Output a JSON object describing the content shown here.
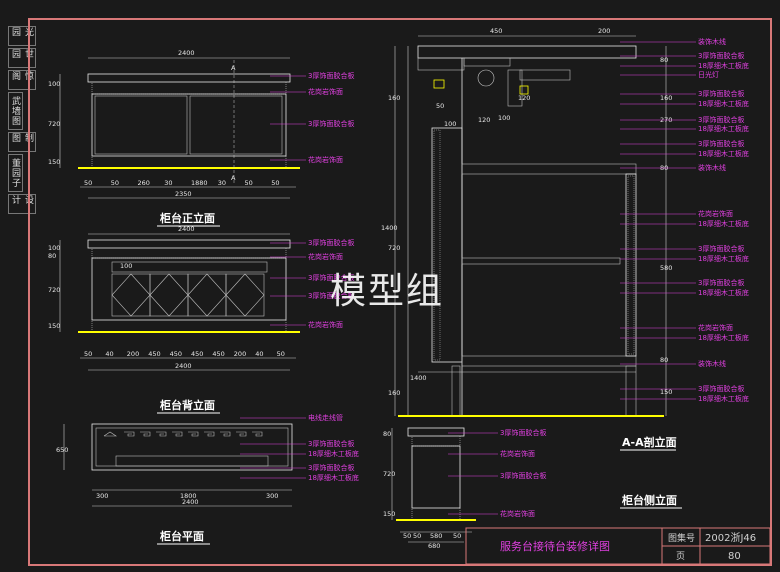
{
  "sidebar": [
    "光园",
    "世园",
    "惊阁",
    "武墙图",
    "制图",
    "董园子",
    "设计"
  ],
  "watermark": "模型组",
  "titles": {
    "front": "柜台正立面",
    "back": "柜台背立面",
    "plan": "柜台平面",
    "section": "A-A剖立面",
    "side": "柜台侧立面"
  },
  "title_block": {
    "drawing_name": "服务台接待台装修详图",
    "atlas_label": "图集号",
    "atlas_value": "2002浙J46",
    "page_label": "页",
    "page_value": "80"
  },
  "labels": {
    "front": [
      "3厚饰面胶合板",
      "花岗岩饰面",
      "3厚饰面胶合板",
      "花岗岩饰面"
    ],
    "back": [
      "3厚饰面胶合板",
      "花岗岩饰面",
      "3厚饰面胶合板",
      "3厚饰面胶合板",
      "花岗岩饰面"
    ],
    "plan": [
      "电线走线管",
      "3厚饰面胶合板",
      "18厚细木工板底",
      "3厚饰面胶合板",
      "18厚细木工板底"
    ],
    "section": [
      "装饰木线",
      "3厚饰面胶合板",
      "18厚细木工板底",
      "日光灯",
      "3厚饰面胶合板",
      "18厚细木工板底",
      "3厚饰面胶合板",
      "18厚细木工板底",
      "3厚饰面胶合板",
      "18厚细木工板底",
      "装饰木线",
      "花岗岩饰面",
      "18厚细木工板底",
      "3厚饰面胶合板",
      "18厚细木工板底",
      "3厚饰面胶合板",
      "18厚细木工板底",
      "花岗岩饰面",
      "18厚细木工板底",
      "装饰木线",
      "3厚饰面胶合板",
      "18厚细木工板底"
    ],
    "side": [
      "3厚饰面胶合板",
      "花岗岩饰面",
      "3厚饰面胶合板",
      "花岗岩饰面"
    ]
  },
  "dims": {
    "front_top": "2400",
    "front_bottom": [
      "50",
      "50",
      "260",
      "30",
      "1880",
      "30",
      "50",
      "50"
    ],
    "front_total": "2350",
    "front_left": [
      "100",
      "720",
      "150"
    ],
    "back_top": "2400",
    "back_bottom": [
      "50",
      "40",
      "200",
      "450",
      "450",
      "450",
      "450",
      "200",
      "40",
      "50"
    ],
    "back_total": "2400",
    "back_left": [
      "100",
      "80",
      "100",
      "720",
      "150"
    ],
    "plan_left": "650",
    "plan_bottom": [
      "300",
      "1800",
      "300"
    ],
    "plan_total": "2400",
    "section_top": [
      "450",
      "200"
    ],
    "section_total": "1400",
    "section_left": [
      "160",
      "720",
      "160"
    ],
    "section_inner": [
      "50",
      "100",
      "120",
      "100",
      "120"
    ],
    "section_right": [
      "80",
      "160",
      "270",
      "80",
      "580",
      "80",
      "150"
    ],
    "section_bottom": "1400",
    "side_left": [
      "80",
      "720",
      "150"
    ],
    "side_bottom": [
      "50",
      "50",
      "580",
      "50"
    ],
    "side_total": "680"
  }
}
